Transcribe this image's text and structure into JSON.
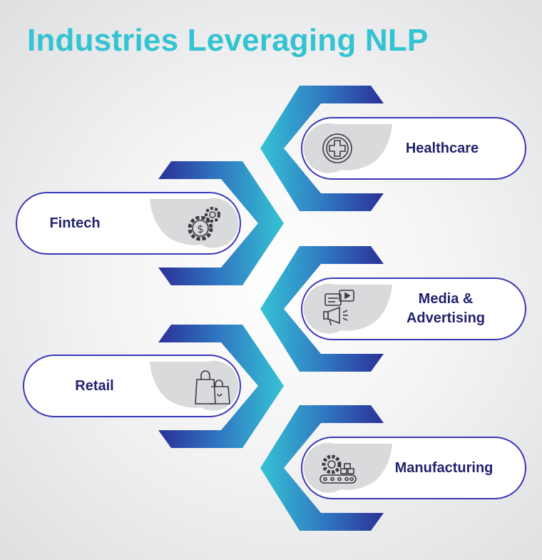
{
  "title": "Industries Leveraging NLP",
  "colors": {
    "title": "#33c3d2",
    "label_text": "#22226e",
    "outline": "#3a37b8",
    "hex_dark": "#2b3098",
    "hex_light": "#36c3d5",
    "icon_fill": "#d9dadb",
    "icon_line": "#3a3a44"
  },
  "industries": [
    {
      "id": "healthcare",
      "label": "Healthcare",
      "icon": "medical-cross-icon"
    },
    {
      "id": "fintech",
      "label": "Fintech",
      "icon": "finance-gears-icon"
    },
    {
      "id": "media",
      "label_line1": "Media &",
      "label_line2": "Advertising",
      "icon": "media-megaphone-icon"
    },
    {
      "id": "retail",
      "label": "Retail",
      "icon": "shopping-bags-icon"
    },
    {
      "id": "manufacturing",
      "label": "Manufacturing",
      "icon": "factory-conveyor-icon"
    }
  ]
}
